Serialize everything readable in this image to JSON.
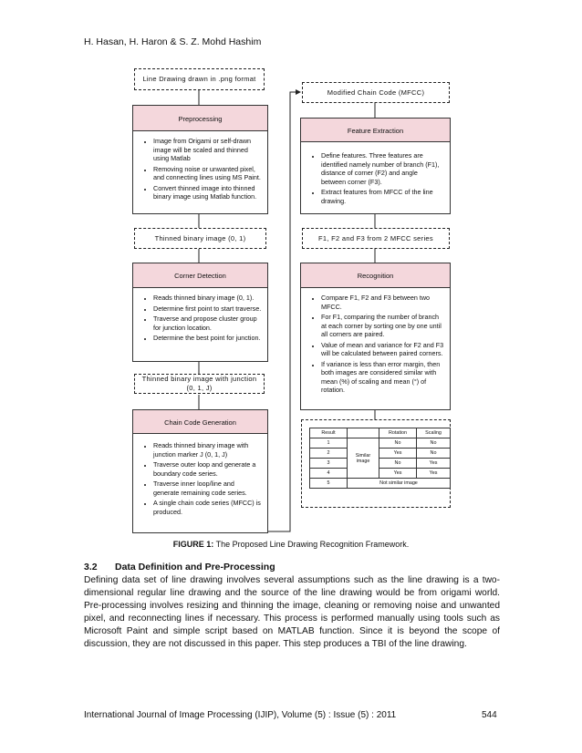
{
  "header": {
    "authors": "H. Hasan, H. Haron & S. Z. Mohd Hashim"
  },
  "flow_left": {
    "input": "Line Drawing drawn in .png format",
    "preprocessing": {
      "title": "Preprocessing",
      "items": [
        "Image from Origami or self-drawn image will be scaled and thinned using Matlab",
        "Removing noise or unwanted pixel, and connecting lines using MS Paint.",
        "Convert thinned image into thinned binary image using Matlab function."
      ]
    },
    "tbi": "Thinned binary image (0, 1)",
    "corner": {
      "title": "Corner Detection",
      "items": [
        "Reads thinned binary image (0, 1).",
        "Determine first point to start traverse.",
        "Traverse and propose cluster group for junction location.",
        "Determine the best point for junction."
      ]
    },
    "tbi_junction": "Thinned binary image with junction (0, 1, J)",
    "chain": {
      "title": "Chain Code Generation",
      "items": [
        "Reads thinned binary image with junction marker J (0, 1, J)",
        "Traverse outer loop and generate a boundary code series.",
        "Traverse inner loop/line and generate remaining code series.",
        "A single chain code series (MFCC) is produced."
      ]
    }
  },
  "flow_right": {
    "mfcc": "Modified Chain Code (MFCC)",
    "feature": {
      "title": "Feature Extraction",
      "items": [
        "Define features. Three features are identified namely number of branch (F1), distance of corner (F2) and angle between corner (F3).",
        "Extract features from MFCC of the line drawing."
      ]
    },
    "f_series": "F1, F2 and F3 from 2 MFCC series",
    "recognition": {
      "title": "Recognition",
      "items": [
        "Compare F1, F2 and F3 between two MFCC.",
        "For F1, comparing the number of branch at each corner by sorting one by one until all corners are paired.",
        "Value of mean and variance for F2 and F3 will be calculated between paired corners.",
        "If variance is less than error margin, then both images are considered similar with mean (%) of scaling and mean (°) of rotation."
      ]
    },
    "result_table": {
      "headers": [
        "Result",
        "",
        "Rotation",
        "Scaling"
      ],
      "rows": [
        [
          "1",
          "No",
          "No"
        ],
        [
          "2",
          "Yes",
          "No"
        ],
        [
          "3",
          "No",
          "Yes"
        ],
        [
          "4",
          "Yes",
          "Yes"
        ]
      ],
      "similar_label": "Similar image",
      "row5_num": "5",
      "row5_text": "Not similar image"
    }
  },
  "caption": {
    "label": "FIGURE 1:",
    "text": " The Proposed Line Drawing Recognition Framework."
  },
  "section": {
    "number": "3.2",
    "title": "Data Definition and Pre-Processing"
  },
  "paragraph": "Defining data set of line drawing involves several assumptions such as the line drawing is a two-dimensional regular line drawing and the source of the line drawing would be from origami world. Pre-processing involves resizing and thinning the image, cleaning or removing noise and unwanted pixel, and reconnecting lines if necessary. This process is performed manually using tools such as Microsoft Paint and simple script based on MATLAB function. Since it is beyond the scope of discussion, they are not discussed in this paper. This step produces a TBI of the line drawing.",
  "footer": {
    "journal": "International Journal of Image Processing (IJIP), Volume (5) : Issue (5) : 2011",
    "page": "544"
  }
}
